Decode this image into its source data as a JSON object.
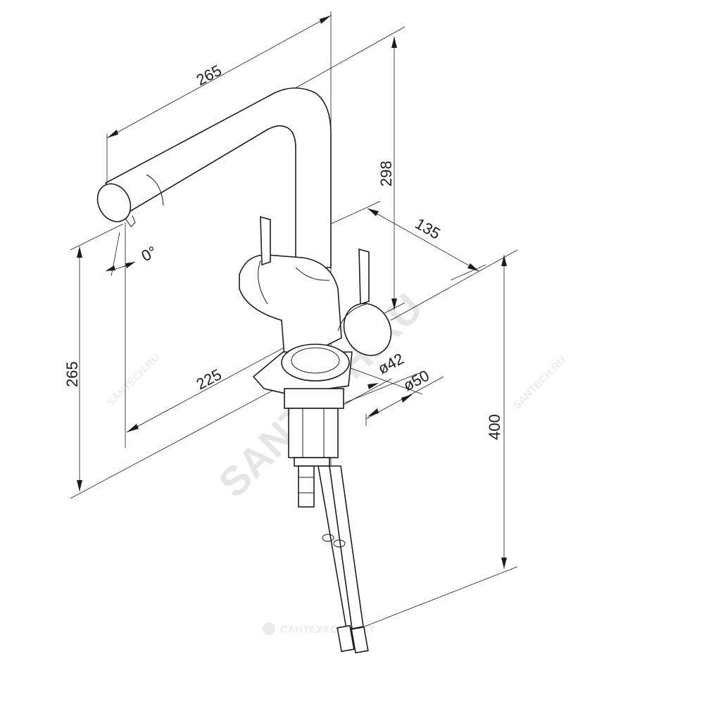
{
  "dimensions": {
    "spout_reach": "265",
    "spout_height": "298",
    "handle_span": "135",
    "outlet_height": "265",
    "base_offset": "225",
    "total_height": "400",
    "hole_diameter": "ø42",
    "base_diameter": "ø50",
    "rotation_angle": "0°"
  },
  "watermark": {
    "main": "SANTECH.RU",
    "side_left": "SANTECH.RU",
    "side_right": "SANTECH.RU",
    "footer": "САНТЕХКОМПАКТ"
  },
  "colors": {
    "line": "#1c1c1c",
    "watermark": "#e6e6e6"
  }
}
